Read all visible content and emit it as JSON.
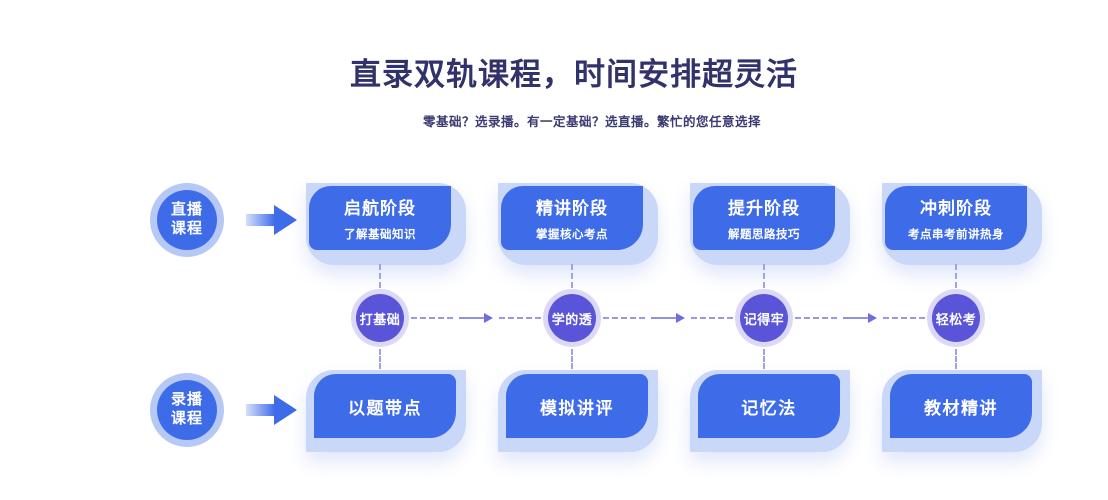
{
  "header": {
    "title": "直录双轨课程，时间安排超灵活",
    "subtitle": "零基础？选录播。有一定基础？选直播。繁忙的您任意选择"
  },
  "tracks": {
    "live": {
      "line1": "直播",
      "line2": "课程"
    },
    "recorded": {
      "line1": "录播",
      "line2": "课程"
    }
  },
  "live_stages": [
    {
      "title": "启航阶段",
      "desc": "了解基础知识"
    },
    {
      "title": "精讲阶段",
      "desc": "掌握核心考点"
    },
    {
      "title": "提升阶段",
      "desc": "解题思路技巧"
    },
    {
      "title": "冲刺阶段",
      "desc": "考点串考前讲热身"
    }
  ],
  "milestones": [
    "打基础",
    "学的透",
    "记得牢",
    "轻松考"
  ],
  "recorded_stages": [
    "以题带点",
    "模拟讲评",
    "记忆法",
    "教材精讲"
  ],
  "colors": {
    "primary_blue": "#3E6BE8",
    "card_halo_blue": "#C9D7F8",
    "badge_ring_blue": "#B6C8F6",
    "milestone_violet": "#5A55D8",
    "milestone_ring": "#DBD9F7",
    "dash_line": "#A2A0E8",
    "heading_text": "#32326B"
  }
}
